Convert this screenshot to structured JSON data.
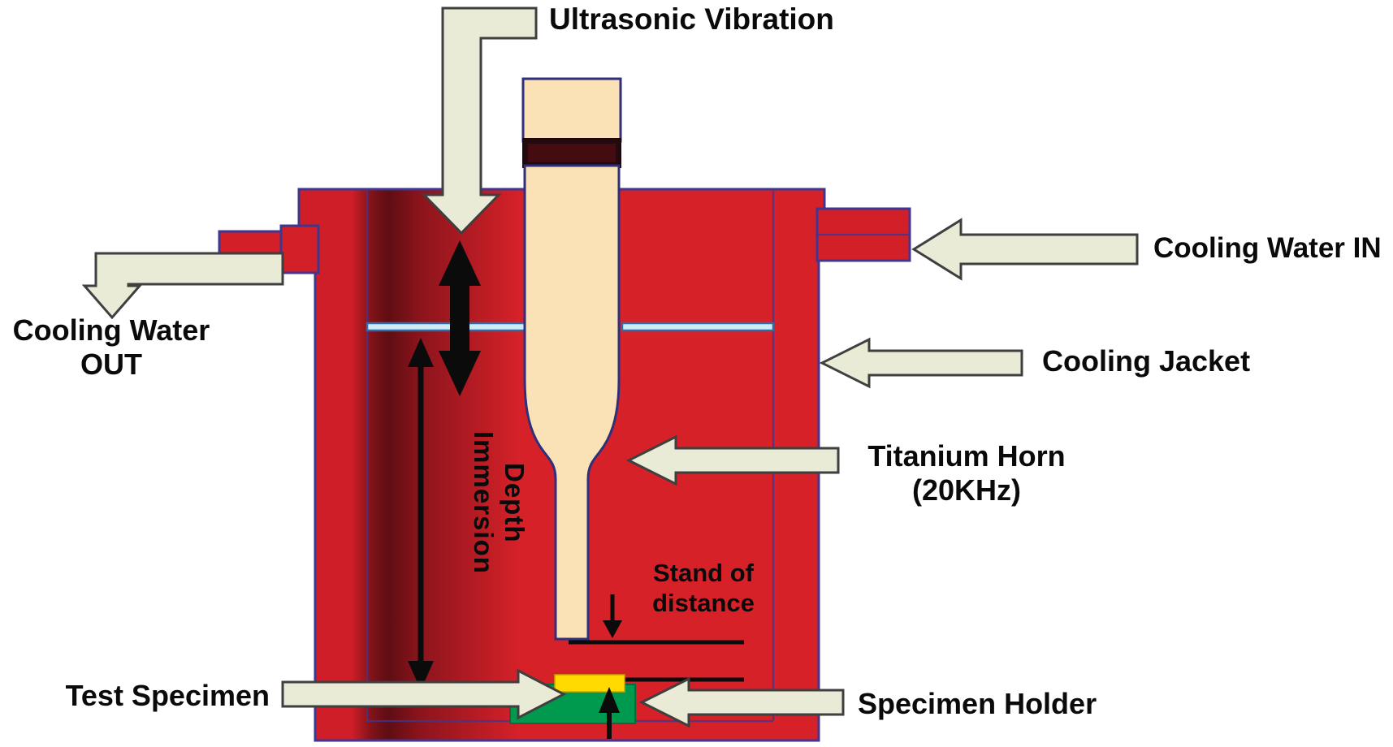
{
  "diagram": {
    "callouts": {
      "ultrasonic_vibration": {
        "label": "Ultrasonic Vibration"
      },
      "cooling_water_out": {
        "line1": "Cooling Water",
        "line2": "OUT"
      },
      "cooling_water_in": {
        "label": "Cooling Water IN"
      },
      "cooling_jacket": {
        "label": "Cooling Jacket"
      },
      "titanium_horn": {
        "line1": "Titanium Horn",
        "line2": "(20KHz)"
      },
      "immersion_depth": {
        "line1": "Immersion",
        "line2": "Depth"
      },
      "stand_of_distance": {
        "line1": "Stand of",
        "line2": "distance"
      },
      "test_specimen": {
        "label": "Test Specimen"
      },
      "specimen_holder": {
        "label": "Specimen Holder"
      }
    },
    "colors": {
      "vessel_red": "#d42028",
      "vessel_dark_shade": "#5f0d13",
      "outline_purple": "#3f3690",
      "horn_cream": "#fbe2b6",
      "horn_band_dark": "#240a0e",
      "water_blue": "#cfeaf7",
      "water_edge_blue": "#2d6ea6",
      "specimen_yellow": "#ffd900",
      "holder_green": "#009a4e",
      "callout_arrow_beige": "#eaebd6",
      "callout_arrow_outline": "#3f3f3f",
      "text_black": "#0a0a0a"
    }
  }
}
